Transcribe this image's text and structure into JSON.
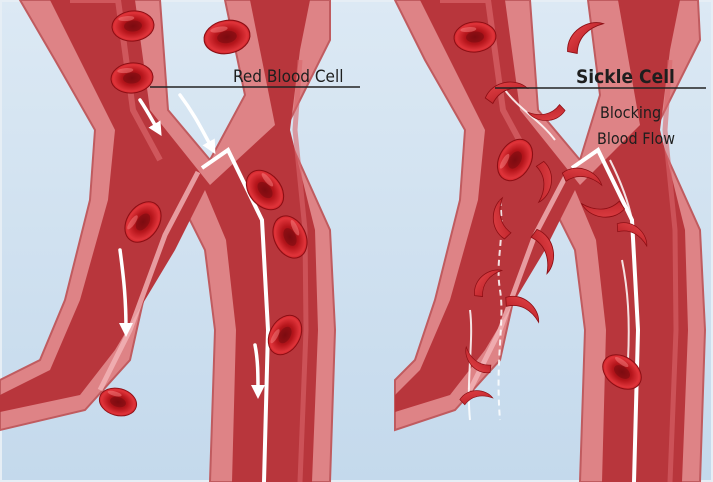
{
  "labels": {
    "red_blood_cell": "Red Blood Cell",
    "sickle_cell": "Sickle Cell",
    "blocking_line1": "Blocking",
    "blocking_line2": "Blood Flow"
  },
  "colors": {
    "background": "#cfe0ef",
    "vessel_wall": "#d9777a",
    "vessel_lumen": "#b5363d",
    "cell": "#c91b22",
    "flow_arrow": "#ffffff"
  }
}
